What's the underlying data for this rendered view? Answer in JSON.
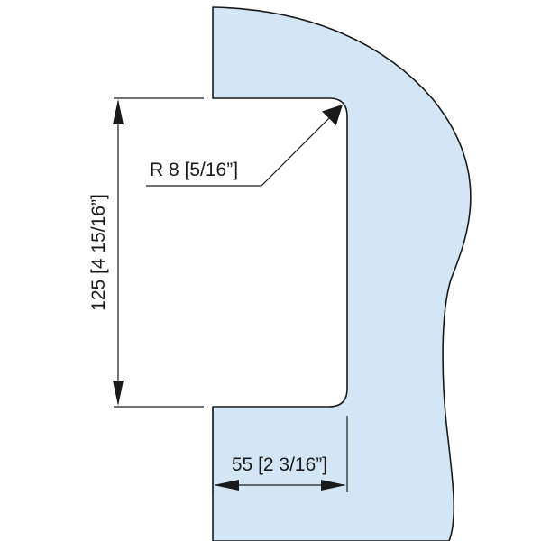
{
  "drawing": {
    "fill_color": "#d2e6f5",
    "line_color": "#1a1a1a",
    "dimensions": {
      "height": "125 [4  15/16”]",
      "radius": "R 8 [5/16”]",
      "width": "55 [2  3/16”]"
    }
  }
}
